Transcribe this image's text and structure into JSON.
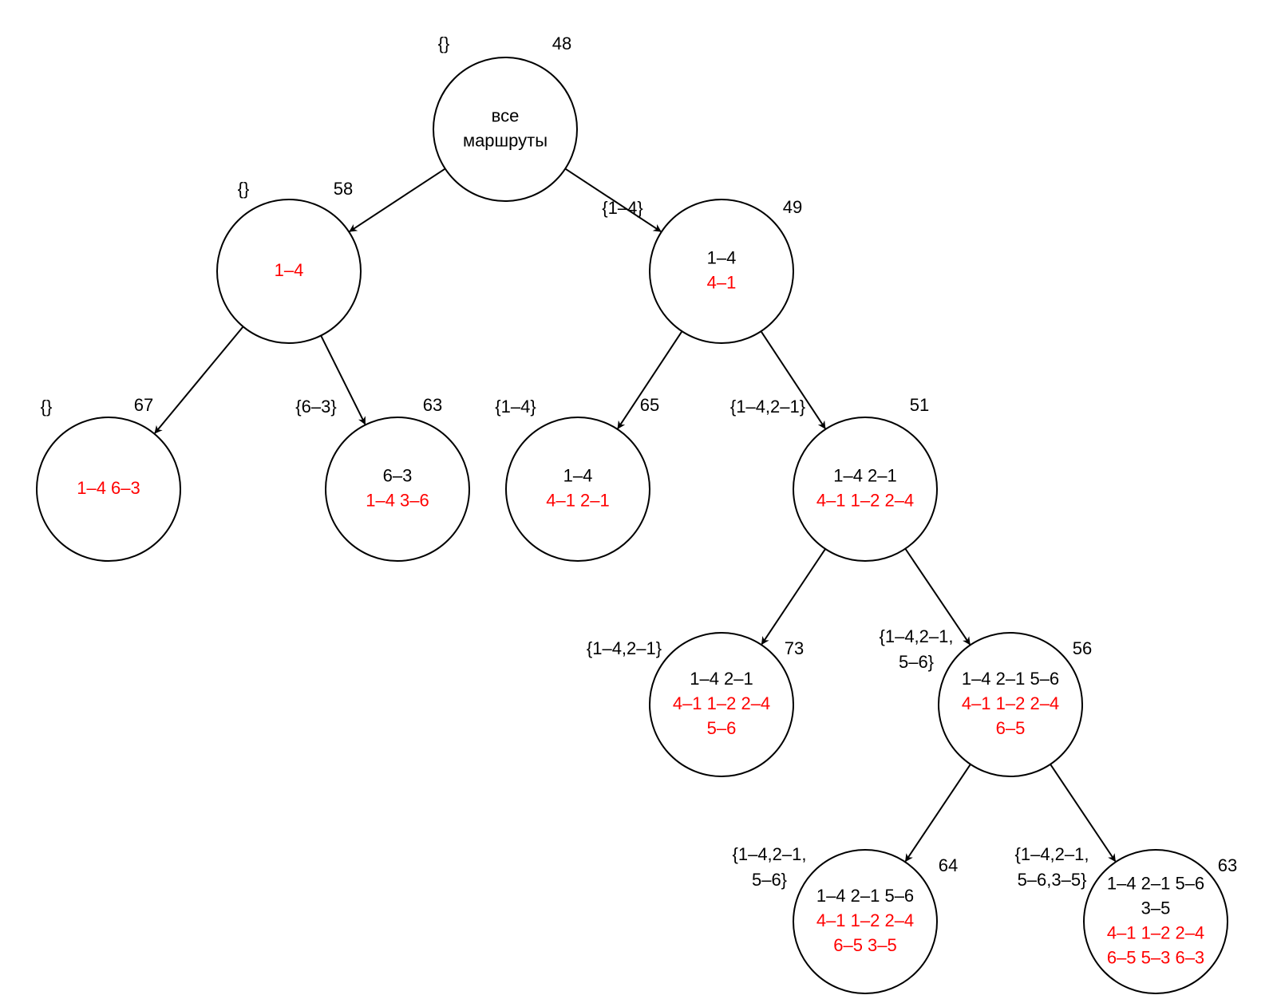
{
  "nodes": [
    {
      "id": "root",
      "set": "{}",
      "cost": "48",
      "lines": [
        {
          "text": "все",
          "color": "black"
        },
        {
          "text": "маршруты",
          "color": "black"
        }
      ]
    },
    {
      "id": "n58",
      "set": "{}",
      "cost": "58",
      "lines": [
        {
          "text": "1–4",
          "color": "red"
        }
      ]
    },
    {
      "id": "n49",
      "set": "{1–4}",
      "cost": "49",
      "lines": [
        {
          "text": "1–4",
          "color": "black"
        },
        {
          "text": "4–1",
          "color": "red"
        }
      ]
    },
    {
      "id": "n67",
      "set": "{}",
      "cost": "67",
      "lines": [
        {
          "text": "1–4 6–3",
          "color": "red"
        }
      ]
    },
    {
      "id": "n63a",
      "set": "{6–3}",
      "cost": "63",
      "lines": [
        {
          "text": "6–3",
          "color": "black"
        },
        {
          "text": "1–4 3–6",
          "color": "red"
        }
      ]
    },
    {
      "id": "n65",
      "set": "{1–4}",
      "cost": "65",
      "lines": [
        {
          "text": "1–4",
          "color": "black"
        },
        {
          "text": "4–1 2–1",
          "color": "red"
        }
      ]
    },
    {
      "id": "n51",
      "set": "{1–4,2–1}",
      "cost": "51",
      "lines": [
        {
          "text": "1–4 2–1",
          "color": "black"
        },
        {
          "text": "4–1 1–2 2–4",
          "color": "red"
        }
      ]
    },
    {
      "id": "n73",
      "set": "{1–4,2–1}",
      "cost": "73",
      "lines": [
        {
          "text": "1–4 2–1",
          "color": "black"
        },
        {
          "text": "4–1 1–2 2–4",
          "color": "red"
        },
        {
          "text": "5–6",
          "color": "red"
        }
      ]
    },
    {
      "id": "n56",
      "set": "{1–4,2–1,\n5–6}",
      "cost": "56",
      "lines": [
        {
          "text": "1–4 2–1 5–6",
          "color": "black"
        },
        {
          "text": "4–1 1–2 2–4",
          "color": "red"
        },
        {
          "text": "6–5",
          "color": "red"
        }
      ]
    },
    {
      "id": "n64",
      "set": "{1–4,2–1,\n5–6}",
      "cost": "64",
      "lines": [
        {
          "text": "1–4 2–1 5–6",
          "color": "black"
        },
        {
          "text": "4–1 1–2 2–4",
          "color": "red"
        },
        {
          "text": "6–5 3–5",
          "color": "red"
        }
      ]
    },
    {
      "id": "n63b",
      "set": "{1–4,2–1,\n5–6,3–5}",
      "cost": "63",
      "lines": [
        {
          "text": "1–4 2–1 5–6",
          "color": "black"
        },
        {
          "text": "3–5",
          "color": "black"
        },
        {
          "text": "4–1 1–2 2–4",
          "color": "red"
        },
        {
          "text": "6–5 5–3 6–3",
          "color": "red"
        }
      ]
    }
  ],
  "edges": [
    [
      "root",
      "n58"
    ],
    [
      "root",
      "n49"
    ],
    [
      "n58",
      "n67"
    ],
    [
      "n58",
      "n63a"
    ],
    [
      "n49",
      "n65"
    ],
    [
      "n49",
      "n51"
    ],
    [
      "n51",
      "n73"
    ],
    [
      "n51",
      "n56"
    ],
    [
      "n56",
      "n64"
    ],
    [
      "n56",
      "n63b"
    ]
  ],
  "colors": {
    "black": "#000000",
    "red": "#ff0000"
  }
}
